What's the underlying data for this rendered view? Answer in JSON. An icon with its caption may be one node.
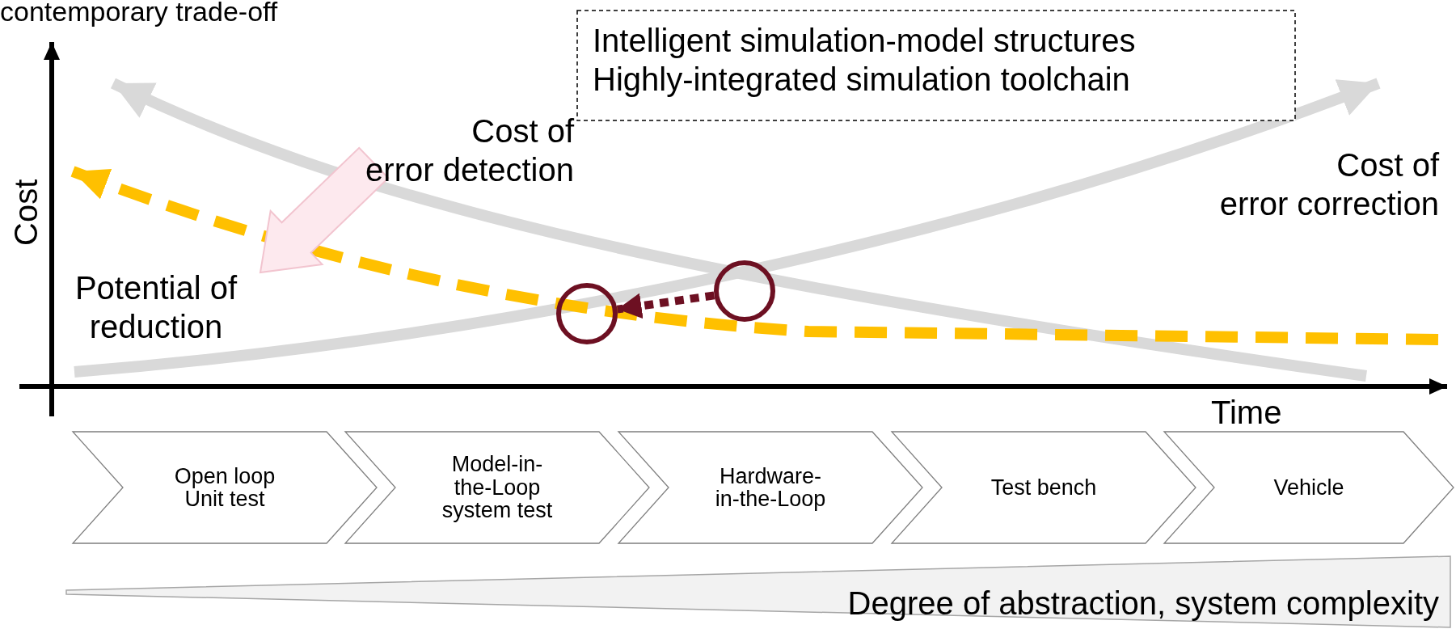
{
  "diagram": {
    "title": "contemporary trade-off",
    "nodes": [
      {
        "text": [
          "Intelligent simulation-model structures",
          "Highly-integrated simulation toolchain"
        ]
      },
      {
        "text": [
          "Open loop Unit test"
        ]
      },
      {
        "text": [
          "Model-in-the-Loop system test"
        ]
      },
      {
        "text": [
          "Hardware-in-the-Loop"
        ]
      },
      {
        "text": [
          "Test bench"
        ]
      },
      {
        "text": [
          "Vehicle"
        ]
      },
      {
        "text": [
          "Degree of abstraction, system complexity"
        ]
      },
      {
        "text": [],
        "shape": "circle"
      },
      {
        "text": [],
        "shape": "circle"
      }
    ],
    "edges": [
      {
        "from": 8,
        "to": 7,
        "arrow": "to",
        "style": "dashed",
        "color": "#6d1022"
      }
    ],
    "labels": [
      "Cost",
      "Cost of error detection",
      "Cost of error correction",
      "Potential of reduction",
      "Time"
    ]
  }
}
